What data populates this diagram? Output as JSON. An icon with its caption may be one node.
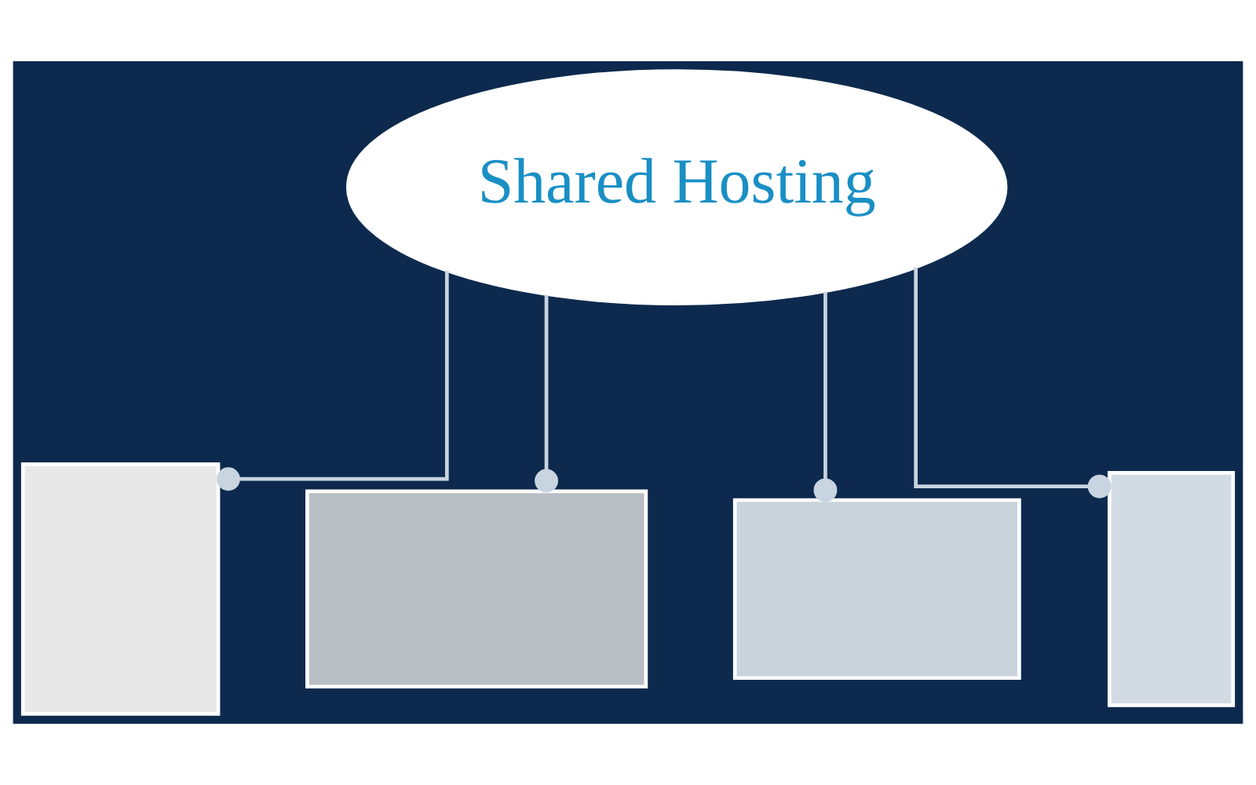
{
  "diagram": {
    "nodes": [
      {
        "text": [
          "Shared Hosting"
        ]
      },
      {
        "text": [],
        "shape": "box"
      },
      {
        "text": [],
        "shape": "box"
      },
      {
        "text": [],
        "shape": "box"
      },
      {
        "text": [],
        "shape": "box"
      }
    ],
    "edges": [
      {
        "from": 0,
        "to": 1,
        "arrow": "other"
      },
      {
        "from": 0,
        "to": 2,
        "arrow": "other"
      },
      {
        "from": 0,
        "to": 3,
        "arrow": "other"
      },
      {
        "from": 0,
        "to": 4,
        "arrow": "other"
      }
    ]
  }
}
